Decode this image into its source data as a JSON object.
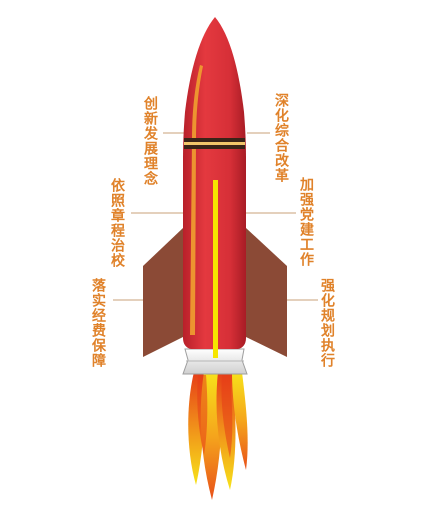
{
  "labels": {
    "left_top": "创新发展理念",
    "left_mid": "依照章程治校",
    "left_bottom": "落实经费保障",
    "right_top": "深化综合改革",
    "right_mid": "加强党建工作",
    "right_bottom": "强化规划执行"
  },
  "colors": {
    "label_text": "#e0822a",
    "leader_line": "#c9a07a",
    "rocket_body": "#d8313a",
    "body_stripe": "#f0a030",
    "center_line": "#f6e600",
    "fins": "#8b4a36",
    "band_dark": "#3a2418",
    "band_light": "#f2c66a",
    "nozzle": "#e5e5e5",
    "flame_outer": "#f6d21a",
    "flame_inner": "#e84a1c"
  }
}
